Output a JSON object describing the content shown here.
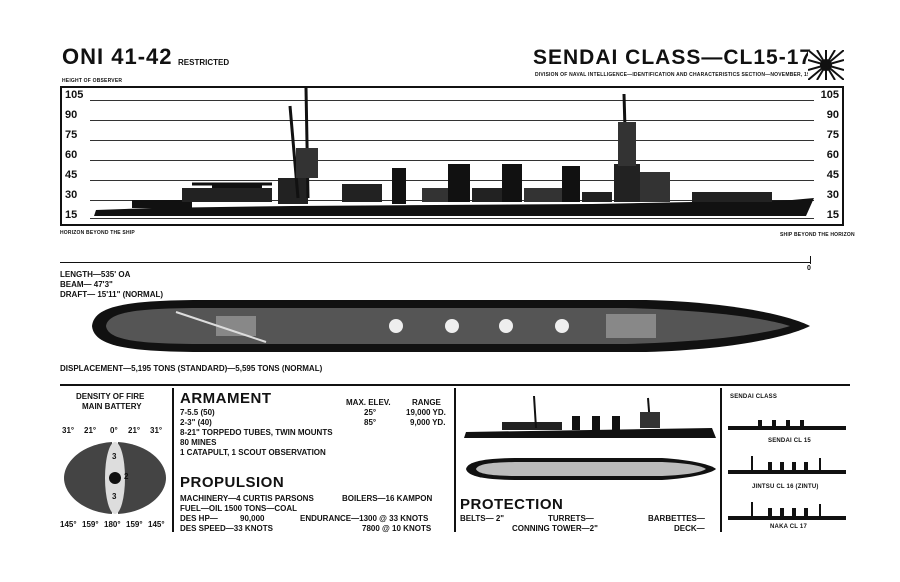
{
  "header": {
    "doc_id": "ONI 41-42",
    "restricted": "RESTRICTED",
    "title": "SENDAI CLASS—CL15-17",
    "subtitle": "DIVISION OF NAVAL INTELLIGENCE—IDENTIFICATION AND CHARACTERISTICS SECTION—NOVEMBER, 1942",
    "height_of_observer": "HEIGHT OF OBSERVER",
    "flag_icon": "rising-sun-flag-icon"
  },
  "profile": {
    "left_scale": [
      "105",
      "90",
      "75",
      "60",
      "45",
      "30",
      "15"
    ],
    "right_scale": [
      "105",
      "90",
      "75",
      "60",
      "45",
      "30",
      "15"
    ],
    "horizon_left": "HORIZON BEYOND THE SHIP",
    "horizon_right": "SHIP BEYOND THE HORIZON",
    "zero_mark": "0"
  },
  "dimensions": {
    "length": "LENGTH—535' OA",
    "beam": "BEAM— 47'3\"",
    "draft": "DRAFT— 15'11\" (NORMAL)",
    "displacement": "DISPLACEMENT—5,195 TONS (STANDARD)—5,595 TONS (NORMAL)"
  },
  "fire": {
    "title_1": "DENSITY OF FIRE",
    "title_2": "MAIN BATTERY",
    "top_labels": [
      "31°",
      "21°",
      "0°",
      "21°",
      "31°"
    ],
    "bottom_labels": [
      "145°",
      "159°",
      "180°",
      "159°",
      "145°"
    ],
    "counts": [
      "3",
      "3",
      "2"
    ]
  },
  "armament": {
    "heading": "ARMAMENT",
    "col_elev": "MAX. ELEV.",
    "col_range": "RANGE",
    "rows": [
      {
        "item": "7-5.5 (50)",
        "elev": "25°",
        "range": "19,000 YD."
      },
      {
        "item": "2-3\" (40)",
        "elev": "85°",
        "range": "9,000 YD."
      }
    ],
    "extra": [
      "8-21\" TORPEDO TUBES, TWIN MOUNTS",
      "80 MINES",
      "1 CATAPULT, 1 SCOUT OBSERVATION"
    ]
  },
  "propulsion": {
    "heading": "PROPULSION",
    "machinery": "MACHINERY—4 CURTIS PARSONS",
    "boilers": "BOILERS—16 KAMPON",
    "fuel": "FUEL—OIL 1500 TONS—COAL",
    "hp_label": "DES HP—",
    "hp_value": "90,000",
    "endurance_1": "ENDURANCE—1300 @ 33 KNOTS",
    "speed": "DES SPEED—33 KNOTS",
    "endurance_2": "7800 @ 10 KNOTS"
  },
  "protection": {
    "heading": "PROTECTION",
    "belts": "BELTS— 2\"",
    "turrets": "TURRETS—",
    "barbettes": "BARBETTES—",
    "conning": "CONNING TOWER—2\"",
    "deck": "DECK—"
  },
  "class_list": {
    "title": "SENDAI CLASS",
    "ships": [
      "SENDAI CL 15",
      "JINTSU CL 16 (ZINTU)",
      "NAKA CL 17"
    ]
  }
}
